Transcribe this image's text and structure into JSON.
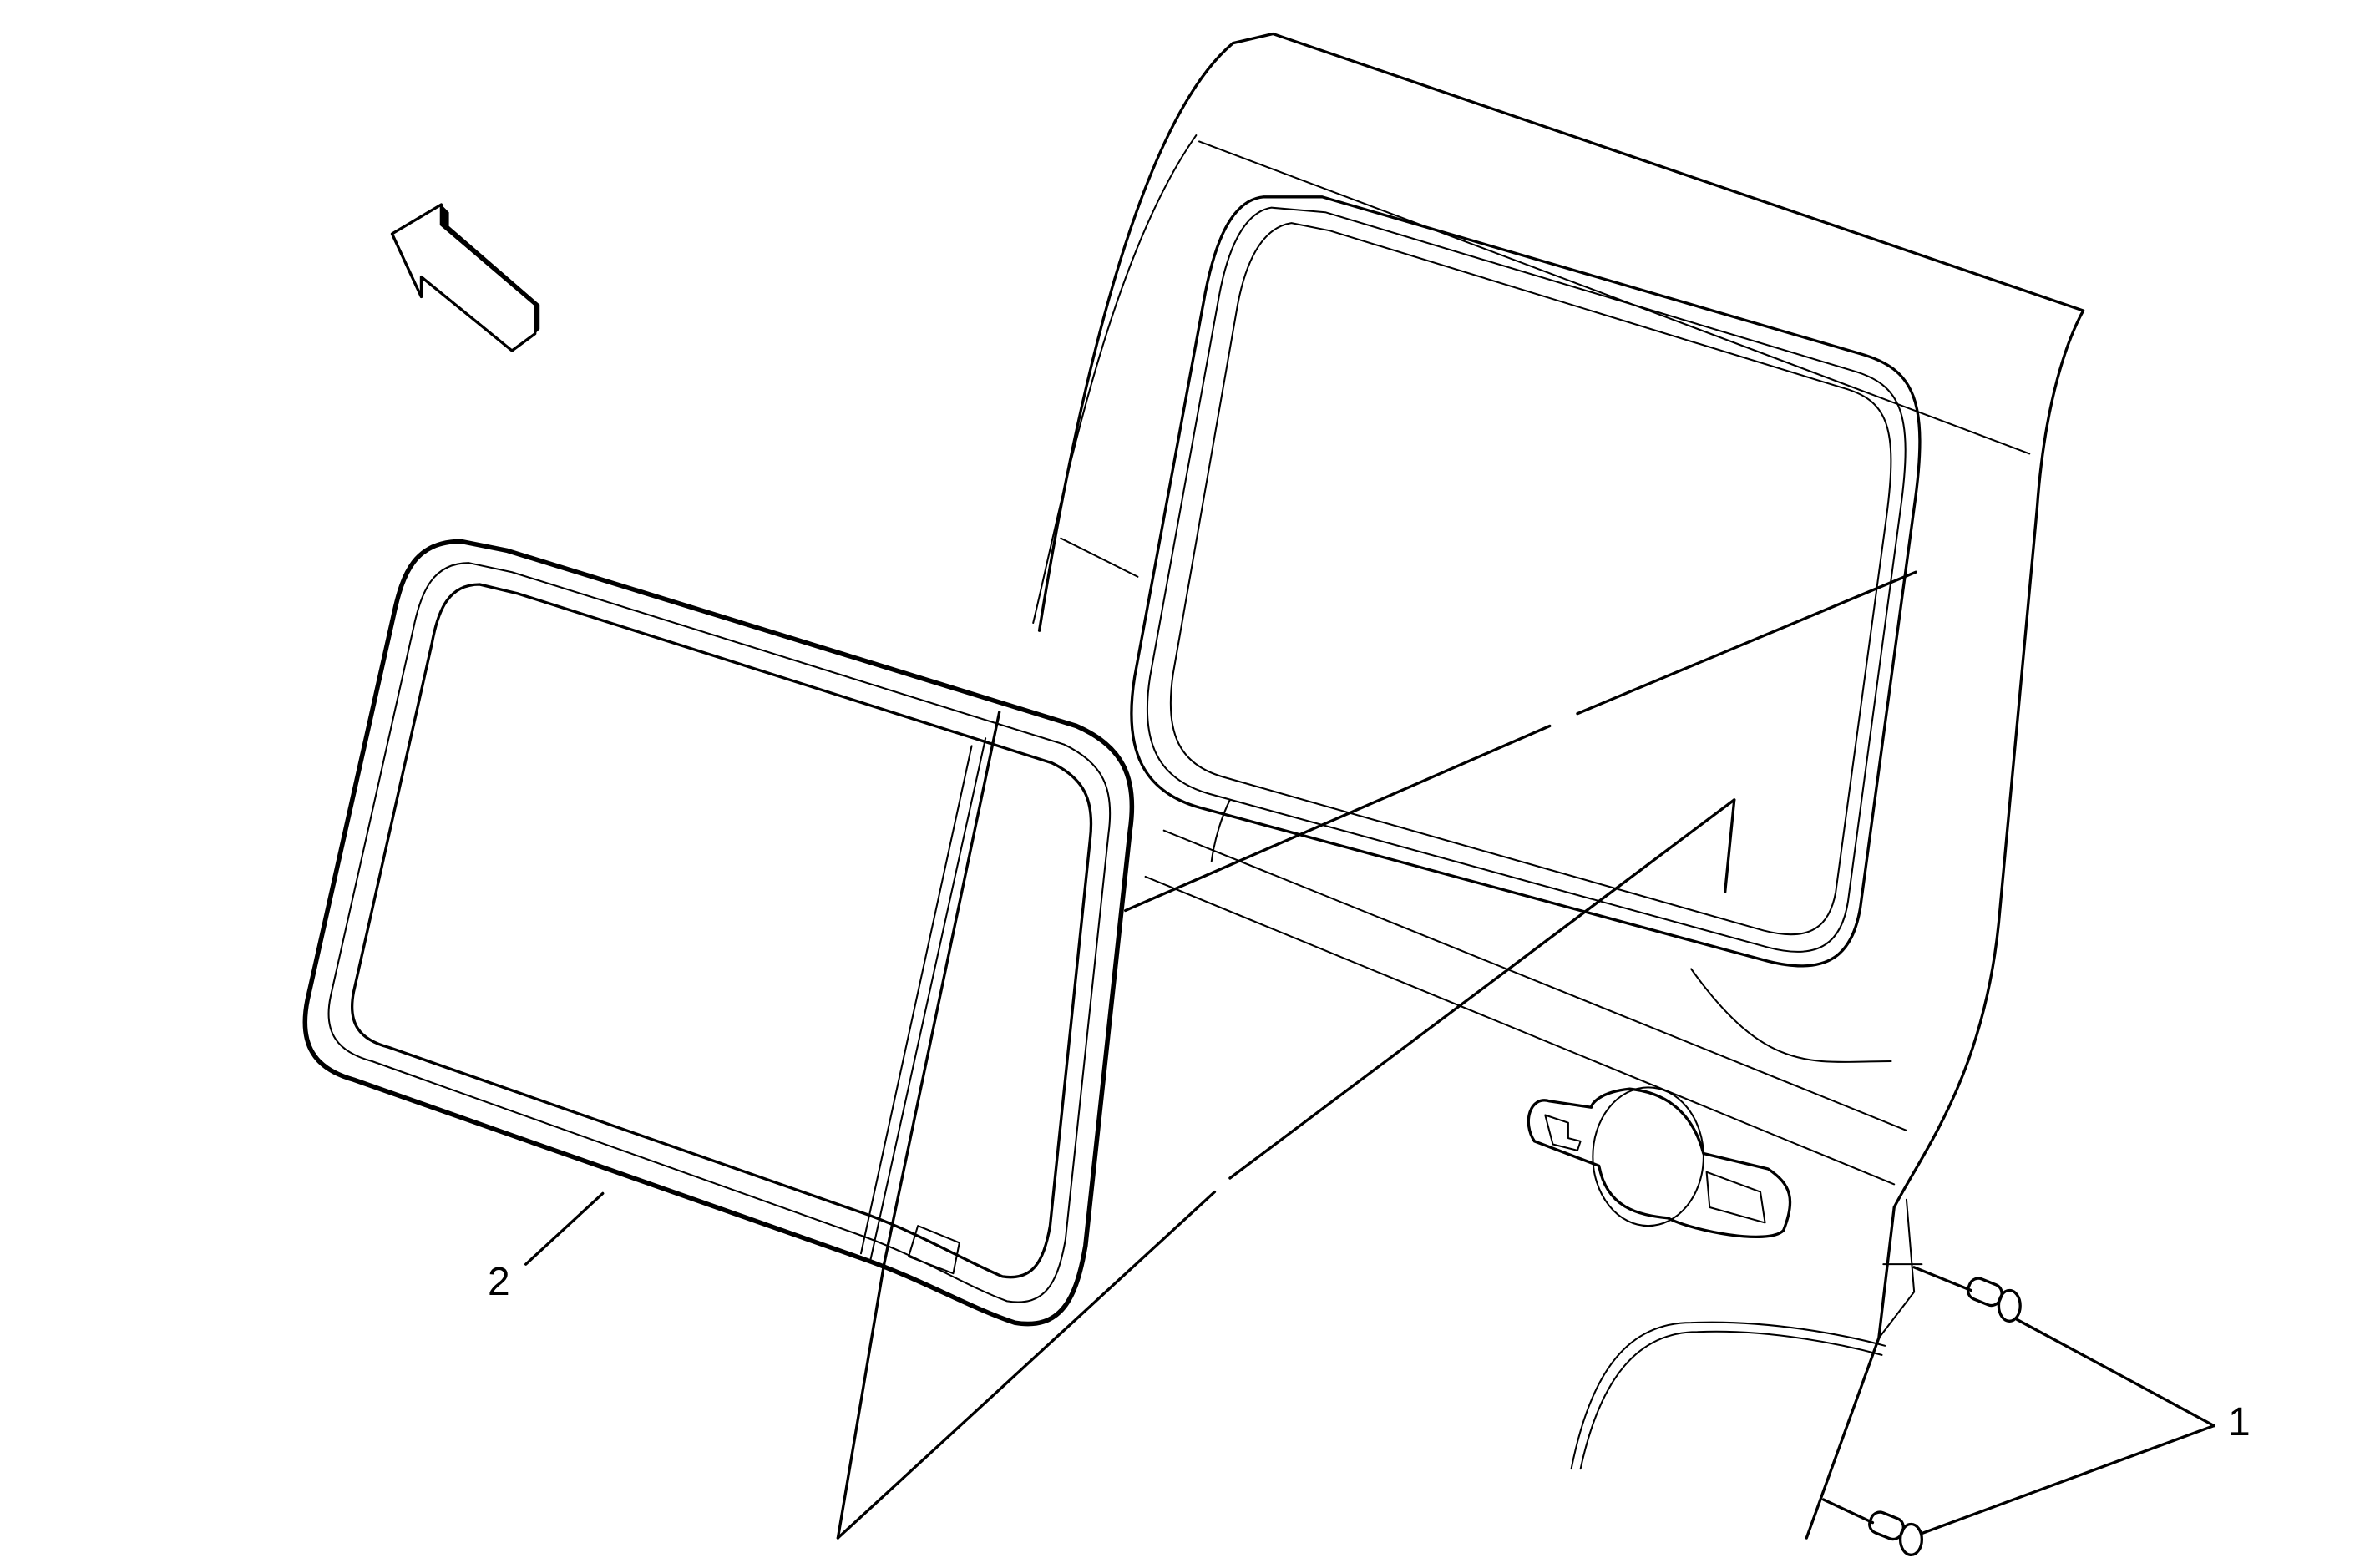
{
  "figure": {
    "type": "exploded service illustration",
    "subject": "rear side window glass removal from vehicle body opening",
    "background_color": "#ffffff",
    "line_color": "#000000"
  },
  "direction_arrow": {
    "icon": "forward-direction-arrow-icon",
    "meaning": "vehicle front"
  },
  "callouts": [
    {
      "number": "1",
      "target": "bolts (2)"
    },
    {
      "number": "2",
      "target": "window glass assembly"
    }
  ]
}
